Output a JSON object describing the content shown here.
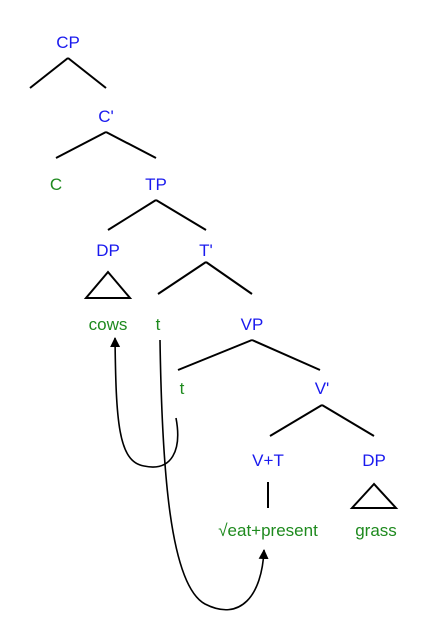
{
  "colors": {
    "category": "#1a1aee",
    "terminal": "#1e8a1e",
    "line": "#000000",
    "background": "#ffffff"
  },
  "labels": {
    "cp": "CP",
    "c_bar": "C'",
    "c": "C",
    "tp": "TP",
    "dp_subject": "DP",
    "t_bar": "T'",
    "cows": "cows",
    "t_trace_upper": "t",
    "vp": "VP",
    "t_trace_lower": "t",
    "v_bar": "V'",
    "v_plus_t": "V+T",
    "dp_object": "DP",
    "eat_present": "√eat+present",
    "grass": "grass"
  }
}
